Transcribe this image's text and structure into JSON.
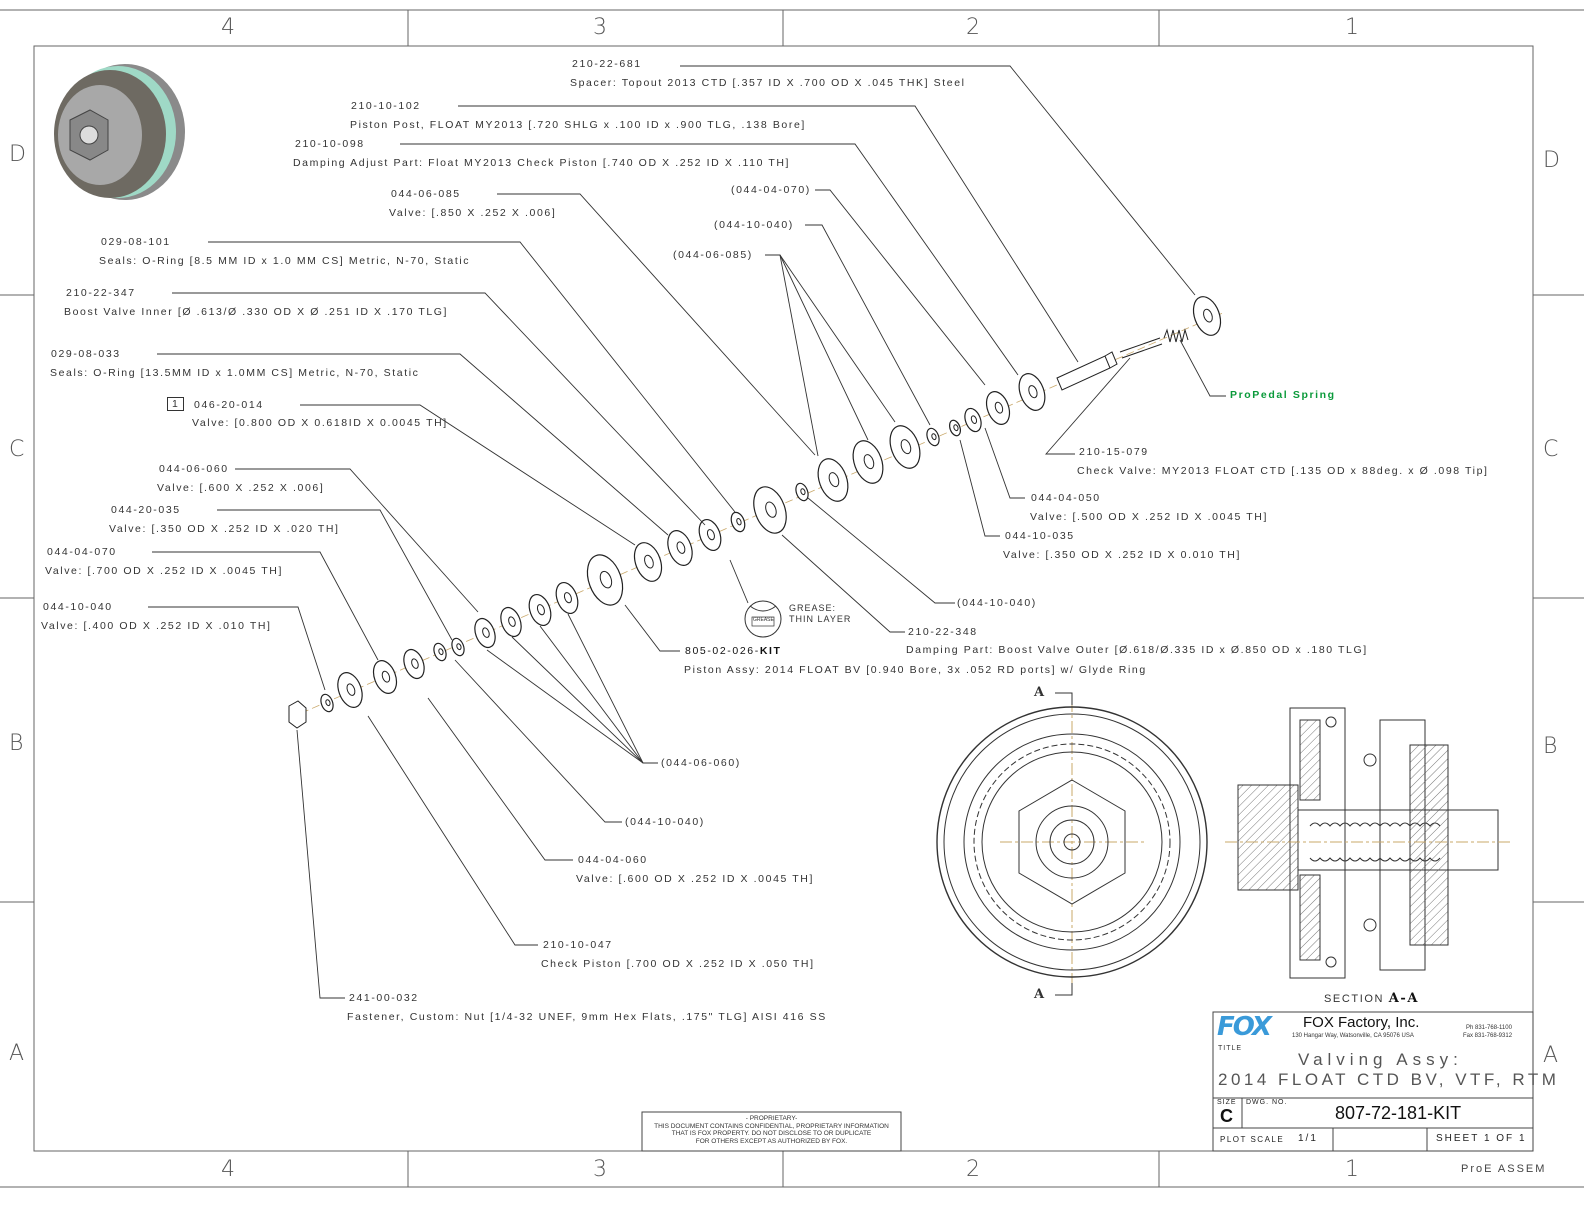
{
  "zones": {
    "cols": [
      "4",
      "3",
      "2",
      "1"
    ],
    "rows": [
      "D",
      "C",
      "B",
      "A"
    ]
  },
  "labels": [
    {
      "pn": "210-22-681",
      "desc": "Spacer: Topout 2013 CTD [.357 ID X .700 OD X .045 THK] Steel"
    },
    {
      "pn": "210-10-102",
      "desc": "Piston Post, FLOAT MY2013 [.720 SHLG x .100 ID x .900 TLG, .138 Bore]"
    },
    {
      "pn": "210-10-098",
      "desc": "Damping Adjust Part: Float MY2013 Check Piston [.740 OD X .252 ID X .110 TH]"
    },
    {
      "pn": "(044-04-070)"
    },
    {
      "pn": "(044-10-040)"
    },
    {
      "pn": "(044-06-085)"
    },
    {
      "pn": "044-06-085",
      "desc": "Valve: [.850 X .252 X .006]"
    },
    {
      "pn": "029-08-101",
      "desc": "Seals: O-Ring [8.5 MM ID x 1.0 MM CS] Metric, N-70, Static"
    },
    {
      "pn": "210-22-347",
      "desc": "Boost Valve Inner [Ø .613/Ø .330 OD X Ø .251 ID X .170 TLG]"
    },
    {
      "pn": "029-08-033",
      "desc": "Seals: O-Ring [13.5MM ID x 1.0MM CS] Metric, N-70, Static"
    },
    {
      "pn": "046-20-014",
      "desc": "Valve: [0.800 OD X 0.618ID X 0.0045 TH]",
      "flag": "1"
    },
    {
      "pn": "044-06-060",
      "desc": "Valve: [.600 X .252 X .006]"
    },
    {
      "pn": "044-20-035",
      "desc": "Valve: [.350 OD X .252 ID X .020 TH]"
    },
    {
      "pn": "044-04-070",
      "desc": "Valve: [.700 OD X .252 ID X .0045 TH]"
    },
    {
      "pn": "044-10-040",
      "desc": "Valve: [.400 OD X .252 ID X .010 TH]"
    },
    {
      "pn": "ProPedal Spring"
    },
    {
      "pn": "210-15-079",
      "desc": "Check Valve: MY2013 FLOAT CTD [.135 OD x 88deg. x Ø .098 Tip]"
    },
    {
      "pn": "044-04-050",
      "desc": "Valve: [.500 OD X .252 ID X .0045 TH]"
    },
    {
      "pn": "044-10-035",
      "desc": "Valve: [.350 OD X .252 ID X 0.010 TH]"
    },
    {
      "pn": "(044-10-040)"
    },
    {
      "pn": "210-22-348",
      "desc": "Damping Part: Boost Valve Outer [Ø.618/Ø.335 ID x Ø.850 OD x .180 TLG]"
    },
    {
      "pn": "805-02-026-",
      "pn_suffix": "KIT",
      "desc": "Piston Assy: 2014 FLOAT BV [0.940 Bore, 3x .052 RD ports] w/ Glyde Ring"
    },
    {
      "pn": "(044-06-060)"
    },
    {
      "pn": "(044-10-040)"
    },
    {
      "pn": "044-04-060",
      "desc": "Valve: [.600 OD X .252 ID X .0045 TH]"
    },
    {
      "pn": "210-10-047",
      "desc": "Check Piston [.700 OD X .252 ID X .050 TH]"
    },
    {
      "pn": "241-00-032",
      "desc": "Fastener, Custom: Nut [1/4-32 UNEF, 9mm Hex Flats, .175\" TLG] AISI 416 SS"
    }
  ],
  "grease": {
    "line1": "GREASE:",
    "line2": "THIN LAYER",
    "icon_text": "GREASE"
  },
  "section": {
    "marker": "A",
    "caption": "SECTION",
    "caption_id": "A-A"
  },
  "proprietary": {
    "l1": "- PROPRIETARY-",
    "l2": "THIS DOCUMENT CONTAINS CONFIDENTIAL, PROPRIETARY INFORMATION",
    "l3": "THAT IS FOX PROPERTY.  DO NOT DISCLOSE TO OR DUPLICATE",
    "l4": "FOR OTHERS EXCEPT AS AUTHORIZED BY FOX."
  },
  "title_block": {
    "logo": "FOX",
    "company": "FOX Factory, Inc.",
    "address": "130 Hangar Way, Watsonville, CA 95076 USA",
    "phone": "Ph 831-768-1100",
    "fax": "Fax 831-768-9312",
    "title_label": "TITLE",
    "title1": "Valving Assy:",
    "title2": "2014 FLOAT CTD BV, VTF, RTM",
    "size_label": "SIZE",
    "size": "C",
    "dwg_label": "DWG. NO.",
    "dwg_no": "807-72-181-KIT",
    "plot_scale_label": "PLOT SCALE",
    "plot_scale": "1/1",
    "sheet": "SHEET 1 OF 1",
    "footer": "ProE ASSEM"
  },
  "colors": {
    "accent": "#0a9a3a",
    "logo": "#3a9ad9"
  }
}
